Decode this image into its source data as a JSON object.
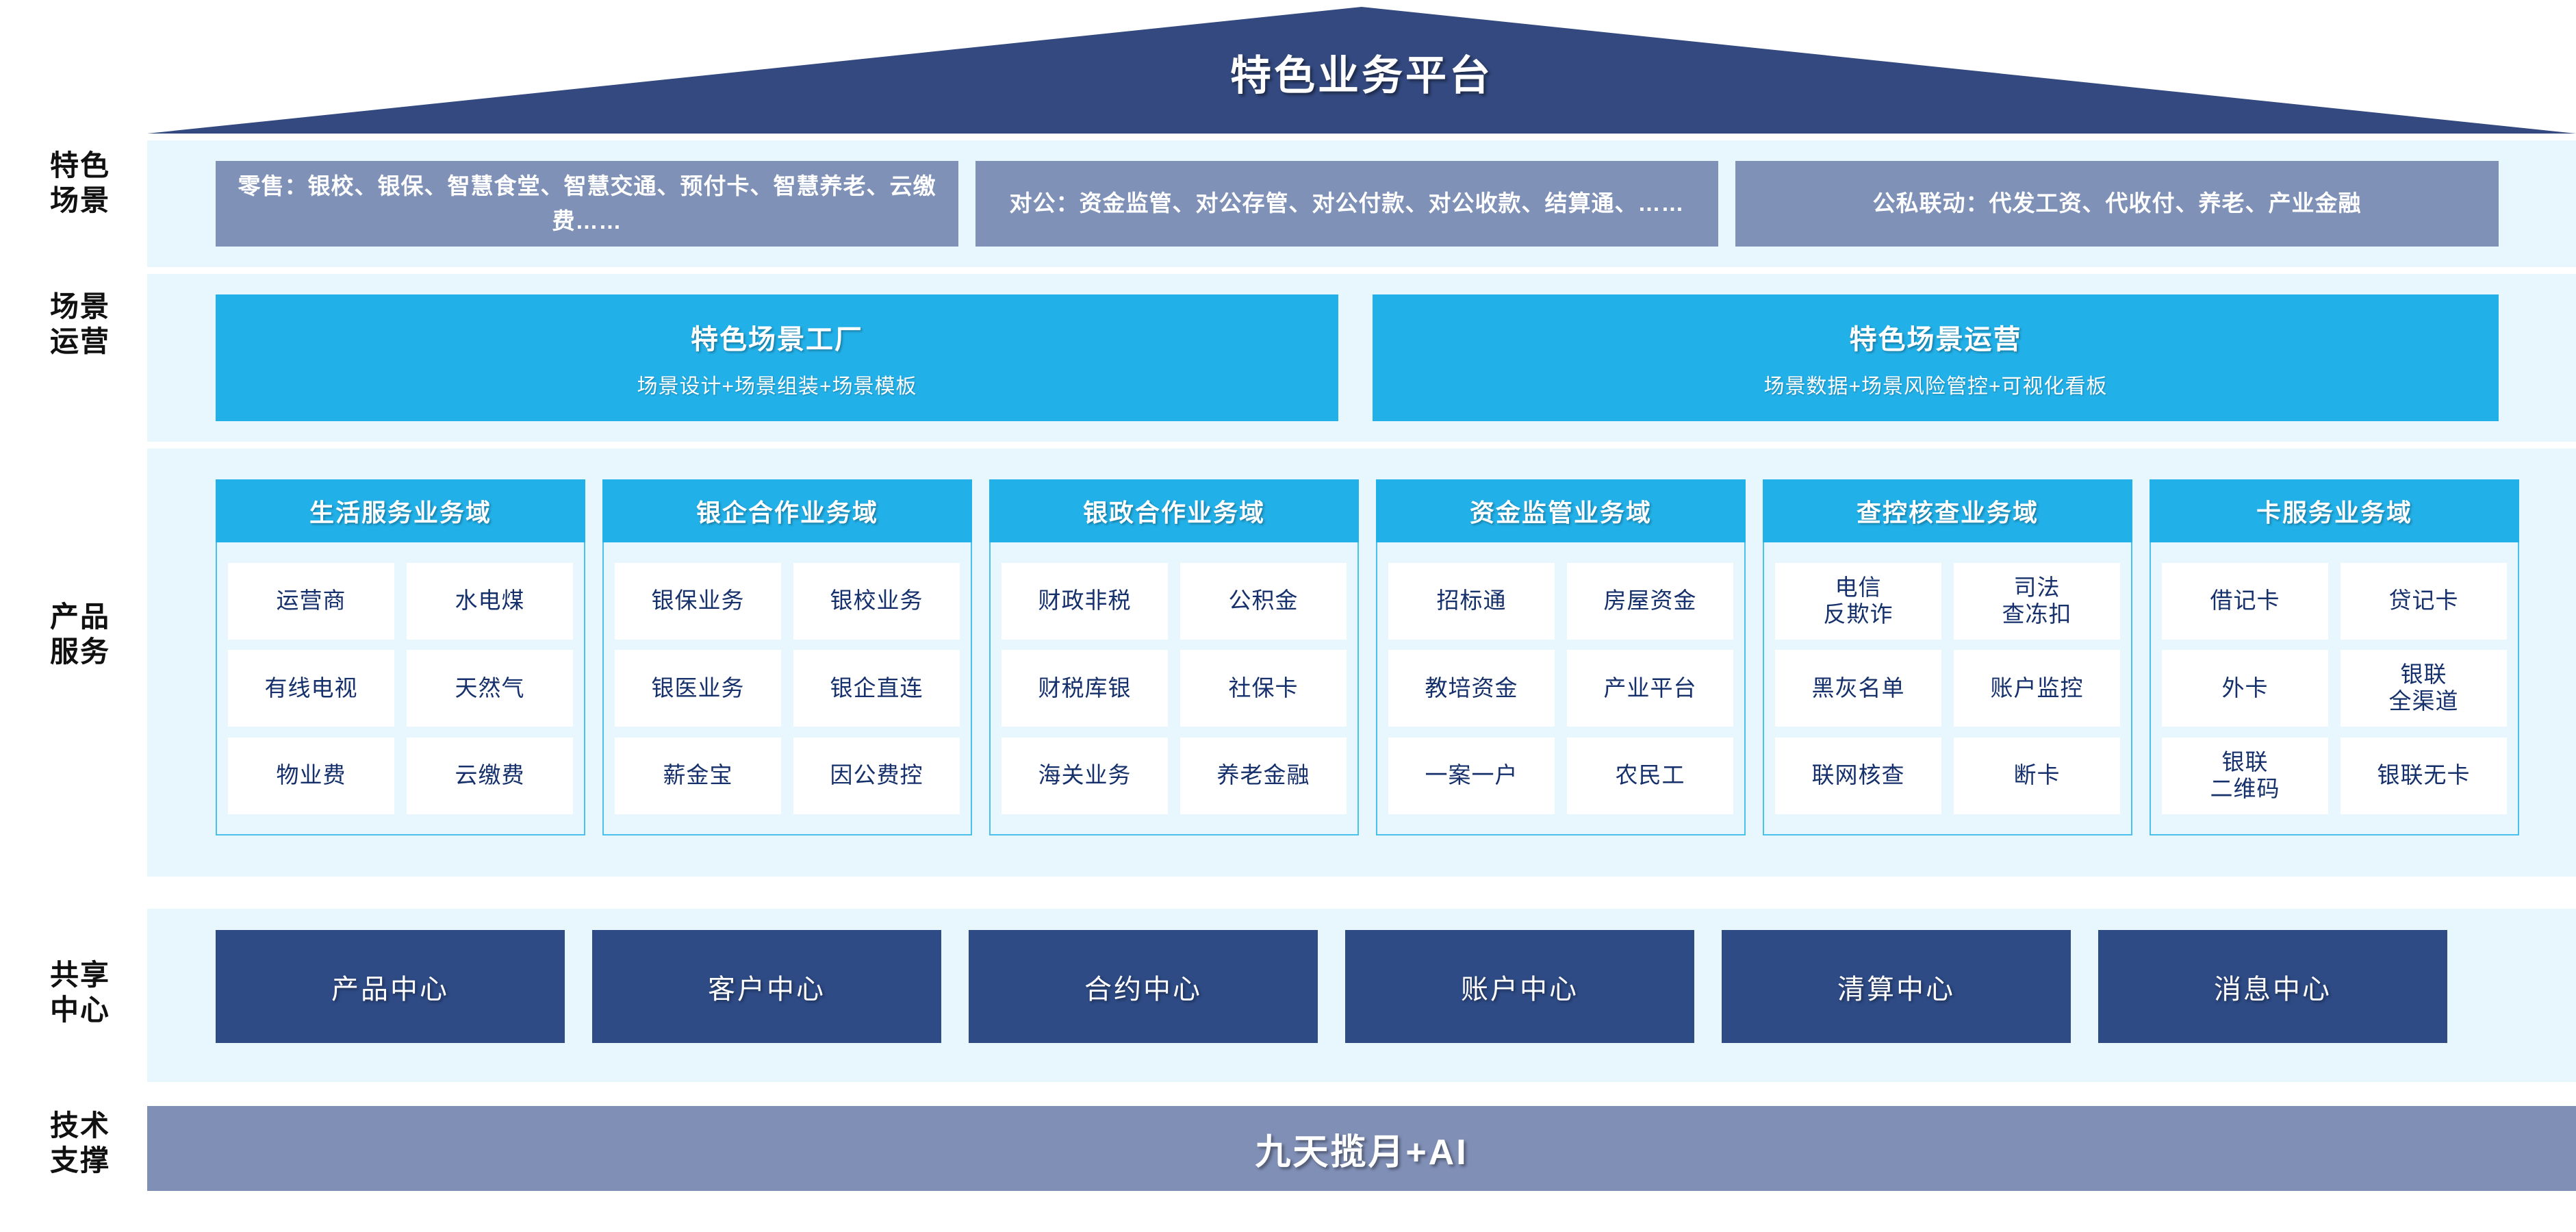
{
  "title": "特色业务平台",
  "colors": {
    "roof": "#33497f",
    "panel": "#e8f6fe",
    "scene_box": "#7f91b7",
    "cyan": "#22b0e8",
    "card_border": "#49c0ee",
    "center_box": "#2e4b86",
    "footer": "#808fb6",
    "cell_text": "#15306b"
  },
  "row_labels": {
    "scenes": "特色\n场景",
    "operation": "场景\n运营",
    "product": "产品\n服务",
    "shared": "共享\n中心",
    "tech": "技术\n支撑"
  },
  "scenes": [
    {
      "label": "零售：银校、银保、智慧食堂、智慧交通、预付卡、智慧养老、云缴费……"
    },
    {
      "label": "对公：资金监管、对公存管、对公付款、对公收款、结算通、……"
    },
    {
      "label": "公私联动：代发工资、代收付、养老、产业金融"
    }
  ],
  "operations": [
    {
      "title": "特色场景工厂",
      "subtitle": "场景设计+场景组装+场景模板"
    },
    {
      "title": "特色场景运营",
      "subtitle": "场景数据+场景风险管控+可视化看板"
    }
  ],
  "domains": [
    {
      "title": "生活服务业务域",
      "rows": [
        [
          "运营商",
          "水电煤"
        ],
        [
          "有线电视",
          "天然气"
        ],
        [
          "物业费",
          "云缴费"
        ]
      ]
    },
    {
      "title": "银企合作业务域",
      "rows": [
        [
          "银保业务",
          "银校业务"
        ],
        [
          "银医业务",
          "银企直连"
        ],
        [
          "薪金宝",
          "因公费控"
        ]
      ]
    },
    {
      "title": "银政合作业务域",
      "rows": [
        [
          "财政非税",
          "公积金"
        ],
        [
          "财税库银",
          "社保卡"
        ],
        [
          "海关业务",
          "养老金融"
        ]
      ]
    },
    {
      "title": "资金监管业务域",
      "rows": [
        [
          "招标通",
          "房屋资金"
        ],
        [
          "教培资金",
          "产业平台"
        ],
        [
          "一案一户",
          "农民工"
        ]
      ]
    },
    {
      "title": "查控核查业务域",
      "rows": [
        [
          "电信\n反欺诈",
          "司法\n查冻扣"
        ],
        [
          "黑灰名单",
          "账户监控"
        ],
        [
          "联网核查",
          "断卡"
        ]
      ]
    },
    {
      "title": "卡服务业务域",
      "rows": [
        [
          "借记卡",
          "贷记卡"
        ],
        [
          "外卡",
          "银联\n全渠道"
        ],
        [
          "银联\n二维码",
          "银联无卡"
        ]
      ]
    }
  ],
  "shared_centers": [
    "产品中心",
    "客户中心",
    "合约中心",
    "账户中心",
    "清算中心",
    "消息中心"
  ],
  "footer": "九天揽月+AI"
}
